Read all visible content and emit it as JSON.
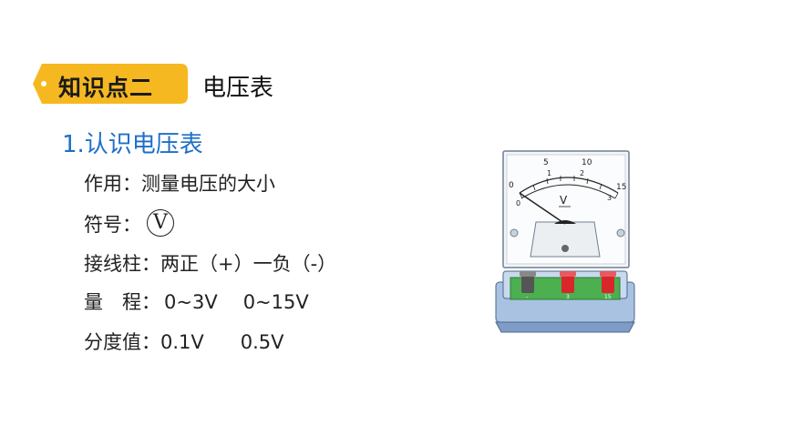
{
  "section": {
    "tag_label": "知识点二",
    "title": "电压表"
  },
  "subtitle": "1.认识电压表",
  "rows": [
    {
      "label": "作用：",
      "value": "测量电压的大小"
    },
    {
      "label": "符号：",
      "symbol": "V"
    },
    {
      "label": "接线柱：",
      "value": "两正（+）一负（-）"
    },
    {
      "label": "量　程：",
      "value1": "0~3V",
      "value2": "0~15V"
    },
    {
      "label": "分度值：",
      "value1": "0.1V",
      "value2": "0.5V"
    }
  ],
  "meter": {
    "top_scale": [
      "5",
      "10",
      "15"
    ],
    "bottom_scale": [
      "1",
      "2",
      "3"
    ],
    "zero_top": "0",
    "zero_bottom": "0",
    "unit": "V",
    "terminals": [
      "-",
      "3",
      "15"
    ]
  },
  "colors": {
    "tag_yellow": "#f5b820",
    "subtitle_blue": "#1e6fc8",
    "terminal_red": "#d8262b",
    "panel_green": "#4caf50",
    "base_blue": "#8fb0d8"
  }
}
